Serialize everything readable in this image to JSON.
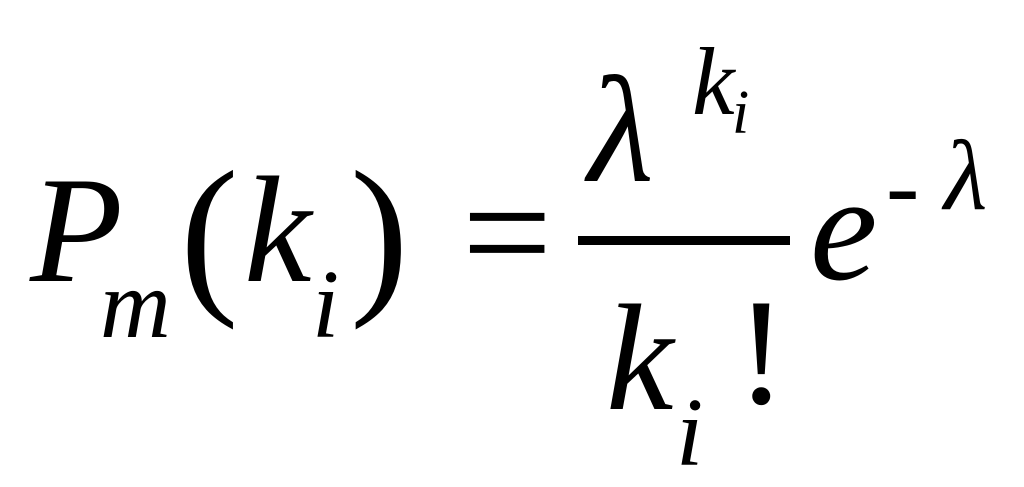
{
  "equation": {
    "lhs": {
      "function": "P",
      "function_subscript": "m",
      "open_paren": "(",
      "argument": "k",
      "argument_subscript": "i",
      "close_paren": ")"
    },
    "equals": "=",
    "fraction": {
      "numerator_base": "λ",
      "numerator_exponent_base": "k",
      "numerator_exponent_subscript": "i",
      "denominator_base": "k",
      "denominator_subscript": "i",
      "denominator_factorial": "!"
    },
    "exponential": {
      "base": "e",
      "exponent_sign": "-",
      "exponent_symbol": "λ"
    }
  }
}
